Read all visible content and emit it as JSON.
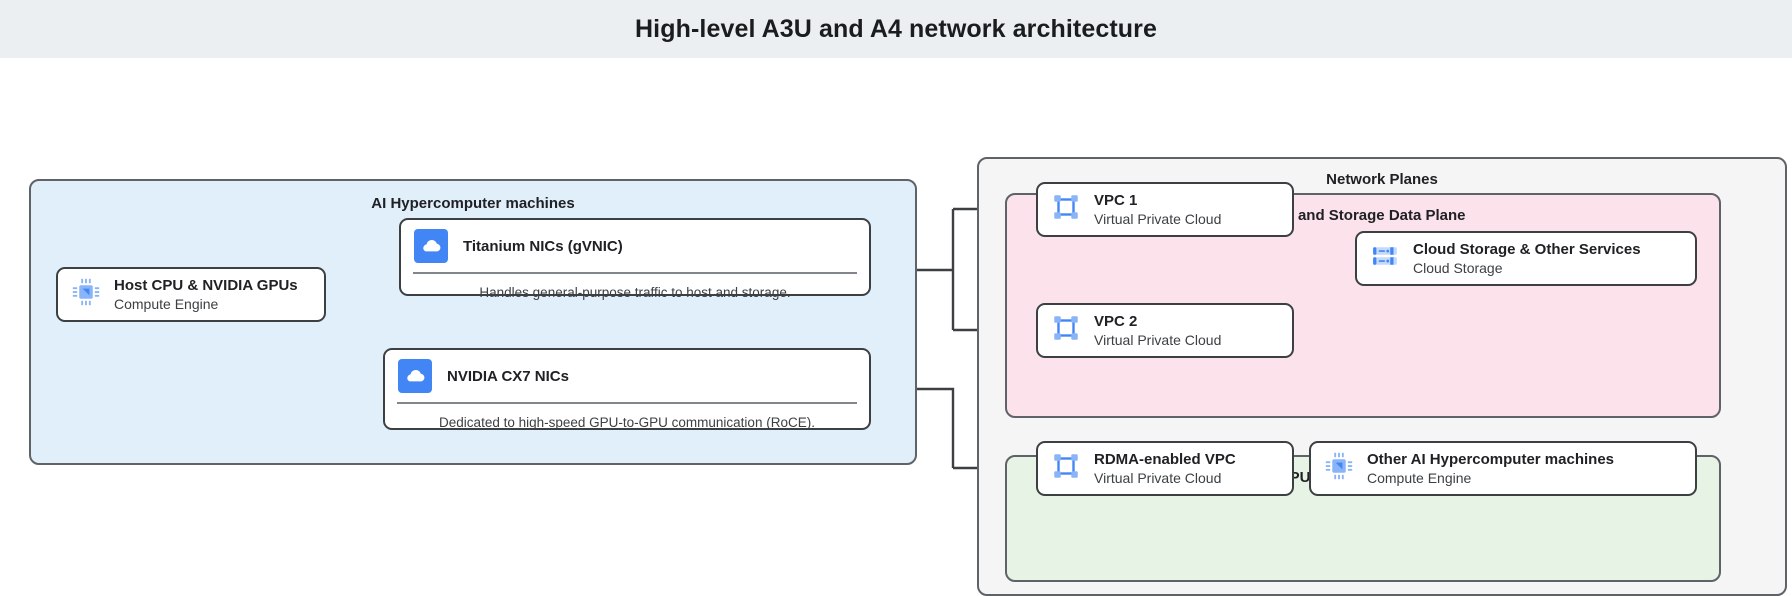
{
  "header": {
    "title": "High-level A3U and A4 network architecture"
  },
  "groups": {
    "ai_machines": {
      "title": "AI Hypercomputer machines"
    },
    "network_planes": {
      "title": "Network Planes"
    },
    "host_storage_plane": {
      "title": "Host and Storage Data Plane"
    },
    "gpu_plane": {
      "title": "GPU-to-GPU Data Plane"
    }
  },
  "nodes": {
    "host_cpu": {
      "title": "Host CPU & NVIDIA GPUs",
      "subtitle": "Compute Engine",
      "icon": "compute-engine-icon"
    },
    "titanium_nics": {
      "title": "Titanium NICs (gVNIC)",
      "desc": "Handles general-purpose traffic to host and storage.",
      "icon": "cloud-icon"
    },
    "cx7_nics": {
      "title": "NVIDIA CX7 NICs",
      "desc": "Dedicated to high-speed GPU-to-GPU communication (RoCE).",
      "icon": "cloud-icon"
    },
    "vpc1": {
      "title": "VPC 1",
      "subtitle": "Virtual Private Cloud",
      "icon": "vpc-icon"
    },
    "vpc2": {
      "title": "VPC 2",
      "subtitle": "Virtual Private Cloud",
      "icon": "vpc-icon"
    },
    "cloud_storage": {
      "title": "Cloud Storage & Other Services",
      "subtitle": "Cloud Storage",
      "icon": "cloud-storage-icon"
    },
    "rdma_vpc": {
      "title": "RDMA-enabled VPC",
      "subtitle": "Virtual Private Cloud",
      "icon": "vpc-icon"
    },
    "other_machines": {
      "title": "Other AI Hypercomputer machines",
      "subtitle": "Compute Engine",
      "icon": "compute-engine-icon"
    }
  },
  "colors": {
    "header_bg": "#eceff1",
    "ai_machines_bg": "#e1effb",
    "network_planes_bg": "#f5f5f5",
    "host_storage_bg": "#fbe2eb",
    "gpu_plane_bg": "#e6f3e5",
    "icon_blue": "#4285f4",
    "icon_light_blue": "#8ab4f8",
    "stroke": "#3c4043"
  }
}
